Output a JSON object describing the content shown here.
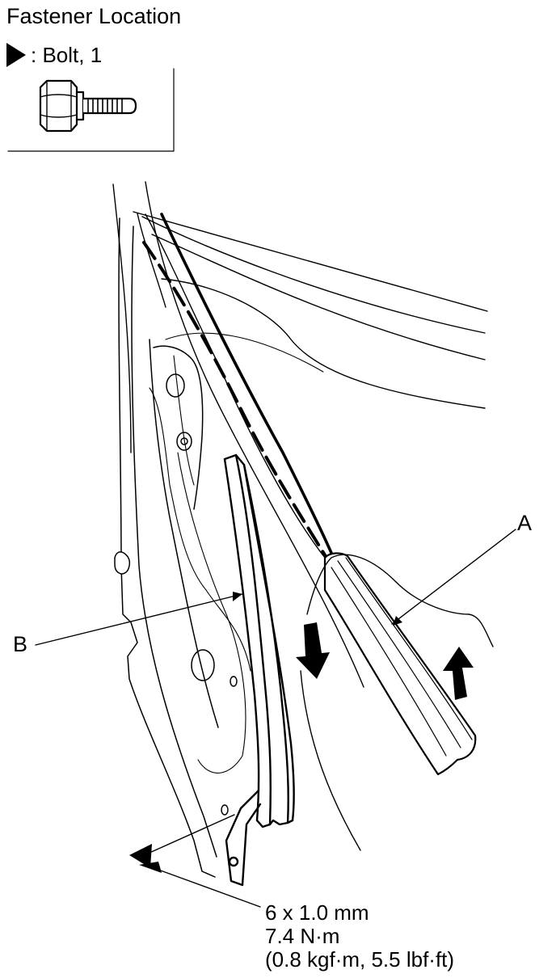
{
  "header": {
    "title": "Fastener Location",
    "legend_text": ": Bolt, 1"
  },
  "callouts": {
    "a": "A",
    "b": "B"
  },
  "torque_spec": {
    "size": "6 x 1.0 mm",
    "torque_nm": "7.4 N·m",
    "torque_alt": "(0.8 kgf·m, 5.5 lbf·ft)"
  },
  "icons": {
    "bolt": "flange-bolt-icon",
    "marker": "triangle-marker-icon",
    "arrows": "direction-arrow-icon"
  },
  "colors": {
    "line": "#000000",
    "background": "#ffffff"
  }
}
